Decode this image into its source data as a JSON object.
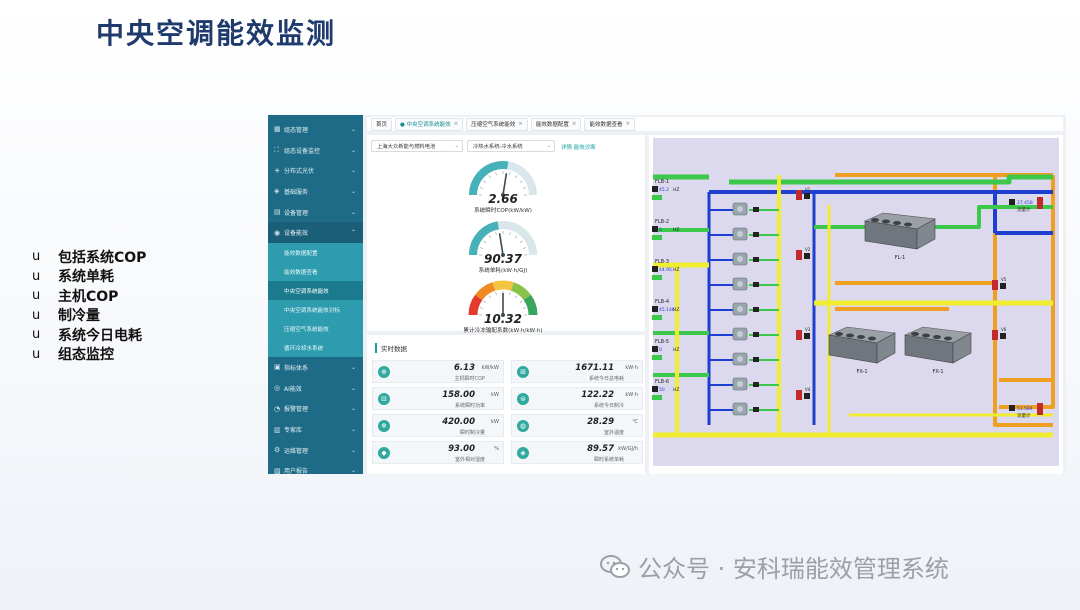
{
  "slide": {
    "title": "中央空调能效监测",
    "bullet_marker": "u",
    "bullets": [
      "包括系统COP",
      "系统单耗",
      "主机COP",
      "制冷量",
      "系统今日电耗",
      "组态监控"
    ],
    "watermark": "公众号 · 安科瑞能效管理系统"
  },
  "sidebar": {
    "items_top": [
      {
        "label": "组态管理",
        "icon": "▦"
      },
      {
        "label": "组态设备监控",
        "icon": "⛶"
      },
      {
        "label": "分布式光伏",
        "icon": "☀"
      },
      {
        "label": "基础服务",
        "icon": "◈"
      },
      {
        "label": "设备管理",
        "icon": "▤"
      },
      {
        "label": "设备能效",
        "icon": "◉"
      }
    ],
    "sub_items": [
      {
        "label": "能效数据配置"
      },
      {
        "label": "能效数据查看"
      },
      {
        "label": "中央空调系统能效"
      },
      {
        "label": "中央空调系统能效对标"
      },
      {
        "label": "压缩空气系统能效"
      },
      {
        "label": "循环冷却水系统"
      }
    ],
    "items_bottom": [
      {
        "label": "指标体系",
        "icon": "▣"
      },
      {
        "label": "AI能效",
        "icon": "◎"
      },
      {
        "label": "报警管理",
        "icon": "◔"
      },
      {
        "label": "专家库",
        "icon": "▥"
      },
      {
        "label": "运维管理",
        "icon": "⚙"
      },
      {
        "label": "用户报告",
        "icon": "▧"
      }
    ]
  },
  "tabs": [
    {
      "label": "首页",
      "closable": false
    },
    {
      "label": "● 中央空调系统能效",
      "closable": true
    },
    {
      "label": "压缩空气系统能效",
      "closable": true
    },
    {
      "label": "能效数据配置",
      "closable": true
    },
    {
      "label": "能效数据查看",
      "closable": true
    }
  ],
  "filters": {
    "site": "上海大众新能与燃料电池",
    "system": "冷热水系统-冷水系统",
    "link": "详情 能效诊断"
  },
  "gauges": [
    {
      "value": "2.66",
      "label": "系统瞬时COP(kW/kW)",
      "fraction": 0.55,
      "scale": "blue"
    },
    {
      "value": "90.37",
      "label": "系统单耗(kW·h/GJ)",
      "fraction": 0.45,
      "scale": "blue"
    },
    {
      "value": "10.32",
      "label": "累计冷冻输配系数(kW·h/kW·h)",
      "fraction": 0.5,
      "scale": "color"
    }
  ],
  "realtime": {
    "title": "实时数据",
    "cards": [
      {
        "value": "6.13",
        "unit": "kW/kW",
        "label": "主机瞬时COP",
        "icon": "⊕"
      },
      {
        "value": "1671.11",
        "unit": "kW·h",
        "label": "系统今日总电耗",
        "icon": "⊞"
      },
      {
        "value": "158.00",
        "unit": "kW",
        "label": "系统瞬时功率",
        "icon": "⊟"
      },
      {
        "value": "122.22",
        "unit": "kW·h",
        "label": "系统今日制冷",
        "icon": "⊜"
      },
      {
        "value": "420.00",
        "unit": "kW",
        "label": "瞬时制冷量",
        "icon": "❄"
      },
      {
        "value": "28.29",
        "unit": "℃",
        "label": "室外温度",
        "icon": "◍"
      },
      {
        "value": "93.00",
        "unit": "%",
        "label": "室外相对湿度",
        "icon": "◆"
      },
      {
        "value": "89.57",
        "unit": "kW/GJ/h",
        "label": "瞬时系统单耗",
        "icon": "◈"
      }
    ]
  },
  "scada": {
    "pump_labels": [
      "FLB-1",
      "FLB-2",
      "FLB-3",
      "FLB-4",
      "FLB-5",
      "FLB-6"
    ],
    "pump_readings": [
      "45.2",
      "0",
      "44.95",
      "45.146",
      "0",
      "50"
    ],
    "chiller_labels": [
      "FL-1",
      "FX-1"
    ],
    "meter_readings": [
      "27.458",
      "51.584"
    ],
    "meter_label": "流量计",
    "status_on": "正常",
    "hz": "HZ",
    "valve_labels": [
      "V1",
      "V2",
      "V3",
      "V4",
      "V5",
      "V6"
    ]
  }
}
